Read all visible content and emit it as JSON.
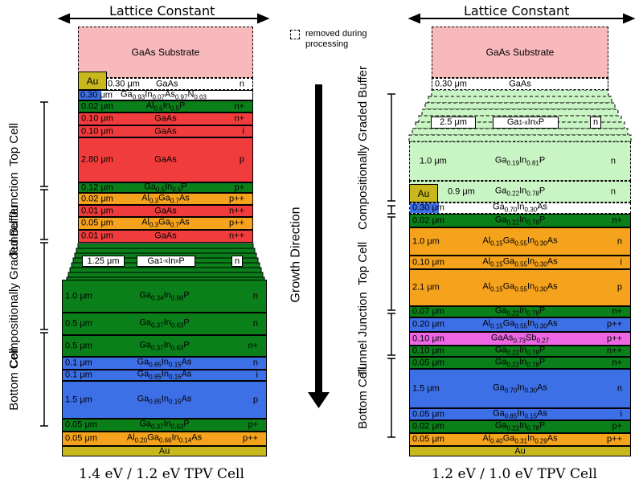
{
  "colors": {
    "green": "#0a7f1a",
    "red": "#f03c3c",
    "orange": "#f5a21c",
    "blue": "#3d6fe6",
    "pink": "#f8b9bb",
    "lightgreen": "#c9f4c3",
    "gold": "#c8b81e",
    "magenta": "#ee66e4"
  },
  "legend": {
    "removed": "removed during processing"
  },
  "growth": {
    "label": "Growth Direction"
  },
  "left": {
    "header": "Lattice Constant",
    "caption": "1.4 eV / 1.2 eV TPV Cell",
    "substrate": "GaAs Substrate",
    "au_top": "Au",
    "gaas_cap": {
      "thickness": "0.30 μm",
      "material": "GaAs",
      "doping": "n"
    },
    "ganas": {
      "thickness": "0.30 μm",
      "material": "Ga0.93In0.07As0.97N0.03"
    },
    "graded_box": {
      "thickness": "1.25 μm",
      "material": "Ga1-xInxP",
      "doping": "n"
    },
    "au_bottom": "Au",
    "side_labels": {
      "top": "Top Cell",
      "tunnel": "Tunnel Junction",
      "buffer": "Compositionally Graded Buffer",
      "bottom": "Bottom Cell"
    },
    "layers_top": [
      {
        "thickness": "0.02 μm",
        "material": "Al0.5In0.5P",
        "doping": "n+",
        "color": "green"
      },
      {
        "thickness": "0.10 μm",
        "material": "GaAs",
        "doping": "n+",
        "color": "red"
      },
      {
        "thickness": "0.10 μm",
        "material": "GaAs",
        "doping": "i",
        "color": "red"
      },
      {
        "thickness": "2.80 μm",
        "material": "GaAs",
        "doping": "p",
        "color": "red"
      },
      {
        "thickness": "0.12 μm",
        "material": "Ga0.5In0.5P",
        "doping": "p+",
        "color": "green"
      },
      {
        "thickness": "0.02 μm",
        "material": "Al0.3Ga0.7As",
        "doping": "p++",
        "color": "orange"
      },
      {
        "thickness": "0.01 μm",
        "material": "GaAs",
        "doping": "n++",
        "color": "red"
      },
      {
        "thickness": "0.05 μm",
        "material": "Al0.3Ga0.7As",
        "doping": "p++",
        "color": "orange"
      },
      {
        "thickness": "0.01 μm",
        "material": "GaAs",
        "doping": "n++",
        "color": "red"
      }
    ],
    "layers_bottom": [
      {
        "thickness": "1.0 μm",
        "material": "Ga0.34In0.66P",
        "doping": "n",
        "color": "green"
      },
      {
        "thickness": "0.5 μm",
        "material": "Ga0.37In0.63P",
        "doping": "n",
        "color": "green"
      },
      {
        "thickness": "0.5 μm",
        "material": "Ga0.37In0.63P",
        "doping": "n+",
        "color": "green"
      },
      {
        "thickness": "0.1 μm",
        "material": "Ga0.85In0.15As",
        "doping": "n",
        "color": "blue"
      },
      {
        "thickness": "0.1 μm",
        "material": "Ga0.85In0.15As",
        "doping": "i",
        "color": "blue"
      },
      {
        "thickness": "1.5 μm",
        "material": "Ga0.85In0.15As",
        "doping": "p",
        "color": "blue"
      },
      {
        "thickness": "0.05 μm",
        "material": "Ga0.37In0.63P",
        "doping": "p+",
        "color": "green"
      },
      {
        "thickness": "0.05 μm",
        "material": "Al0.20Ga0.66In0.14As",
        "doping": "p++",
        "color": "orange"
      }
    ]
  },
  "right": {
    "header": "Lattice Constant",
    "caption": "1.2 eV / 1.0 eV TPV Cell",
    "substrate": "GaAs Substrate",
    "gaas_cap": {
      "thickness": "0.30 μm",
      "material": "GaAs"
    },
    "graded_box": {
      "thickness": "2.5 μm",
      "material": "Ga1-xInxP",
      "doping": "n"
    },
    "buffer_layer1": {
      "thickness": "1.0 μm",
      "material": "Ga0.19In0.81P",
      "doping": "n"
    },
    "buffer_layer2": {
      "thickness": "0.9 μm",
      "material": "Ga0.22In0.78P",
      "doping": "n"
    },
    "au_top": "Au",
    "thin": {
      "thickness": "0.30 μm",
      "material": "Ga0.70In0.30As"
    },
    "au_bottom": "Au",
    "side_labels": {
      "buffer": "Compositionally Graded Buffer",
      "top": "Top Cell",
      "tunnel": "Tunnel Junction",
      "bottom": "Bottom Cell"
    },
    "layers": [
      {
        "thickness": "0.02 μm",
        "material": "Ga0.22In0.78P",
        "doping": "n+",
        "color": "green"
      },
      {
        "thickness": "1.0 μm",
        "material": "Al0.15Ga0.55In0.30As",
        "doping": "n",
        "color": "orange"
      },
      {
        "thickness": "0.10 μm",
        "material": "Al0.15Ga0.55In0.30As",
        "doping": "i",
        "color": "orange"
      },
      {
        "thickness": "2.1 μm",
        "material": "Al0.15Ga0.55In0.30As",
        "doping": "p",
        "color": "orange"
      },
      {
        "thickness": "0.07 μm",
        "material": "Ga0.22In0.78P",
        "doping": "n+",
        "color": "green"
      },
      {
        "thickness": "0.20 μm",
        "material": "Al0.15Ga0.55In0.30As",
        "doping": "p++",
        "color": "blue"
      },
      {
        "thickness": "0.10 μm",
        "material": "GaAs0.73Sb0.27",
        "doping": "p++",
        "color": "magenta"
      },
      {
        "thickness": "0.10 μm",
        "material": "Ga0.22In0.78P",
        "doping": "n++",
        "color": "green"
      },
      {
        "thickness": "0.05 μm",
        "material": "Ga0.22In0.78P",
        "doping": "n+",
        "color": "green"
      },
      {
        "thickness": "1.5 μm",
        "material": "Ga0.70In0.30As",
        "doping": "n",
        "color": "blue"
      },
      {
        "thickness": "0.05 μm",
        "material": "Ga0.85In0.15As",
        "doping": "i",
        "color": "blue"
      },
      {
        "thickness": "0.02 μm",
        "material": "Ga0.22In0.78P",
        "doping": "p+",
        "color": "green"
      },
      {
        "thickness": "0.05 μm",
        "material": "Al0.40Ga0.31In0.29As",
        "doping": "p++",
        "color": "orange"
      }
    ]
  }
}
